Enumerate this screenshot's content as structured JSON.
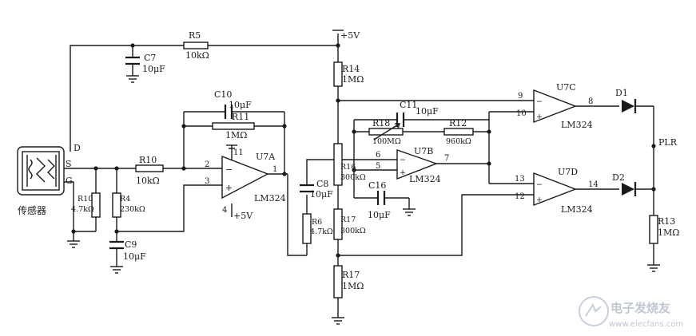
{
  "supply": "+5V",
  "components": {
    "r5": {
      "ref": "R5",
      "value": "10kΩ"
    },
    "c7": {
      "ref": "C7",
      "value": "10μF"
    },
    "r14": {
      "ref": "R14",
      "value": "1MΩ"
    },
    "c10": {
      "ref": "C10",
      "value": "10μF"
    },
    "r11": {
      "ref": "R11",
      "value": "1MΩ"
    },
    "c11": {
      "ref": "C11",
      "value": "10μF"
    },
    "r18": {
      "ref": "R18",
      "value": "100MΩ"
    },
    "r12": {
      "ref": "R12",
      "value": "960kΩ"
    },
    "r10": {
      "ref": "R10",
      "value": "10kΩ"
    },
    "r1": {
      "ref": "R10",
      "value": "4.7kΩ"
    },
    "r4": {
      "ref": "R4",
      "value": "230kΩ"
    },
    "c9": {
      "ref": "C9",
      "value": "10μF"
    },
    "c8": {
      "ref": "C8",
      "value": "10μF"
    },
    "r6": {
      "ref": "R6",
      "value": "4.7kΩ"
    },
    "r16": {
      "ref": "R16",
      "value": "300kΩ"
    },
    "r17a": {
      "ref": "R17",
      "value": "300kΩ"
    },
    "r17b": {
      "ref": "R17",
      "value": "1MΩ"
    },
    "c16": {
      "ref": "C16",
      "value": "10μF"
    },
    "r13": {
      "ref": "R13",
      "value": "1MΩ"
    },
    "d1": {
      "ref": "D1"
    },
    "d2": {
      "ref": "D2"
    }
  },
  "opamps": {
    "u7a": {
      "ref": "U7A",
      "part": "LM324",
      "pin_plus": "3",
      "pin_minus": "2",
      "pin_out": "1",
      "pin_vcc": "11",
      "pin_gnd": "4",
      "vcc": "+5V"
    },
    "u7b": {
      "ref": "U7B",
      "part": "LM324",
      "pin_a": "6",
      "pin_b": "5",
      "pin_out": "7"
    },
    "u7c": {
      "ref": "U7C",
      "part": "LM324",
      "pin_a": "9",
      "pin_b": "10",
      "pin_out": "8"
    },
    "u7d": {
      "ref": "U7D",
      "part": "LM324",
      "pin_a": "13",
      "pin_b": "12",
      "pin_out": "14"
    }
  },
  "sensor": {
    "label": "传感器",
    "pin_d": "D",
    "pin_s": "S",
    "pin_g": "G"
  },
  "output": {
    "label": "PLR"
  },
  "watermark": {
    "text": "电子发烧友",
    "url": "www.elecfans.com"
  }
}
